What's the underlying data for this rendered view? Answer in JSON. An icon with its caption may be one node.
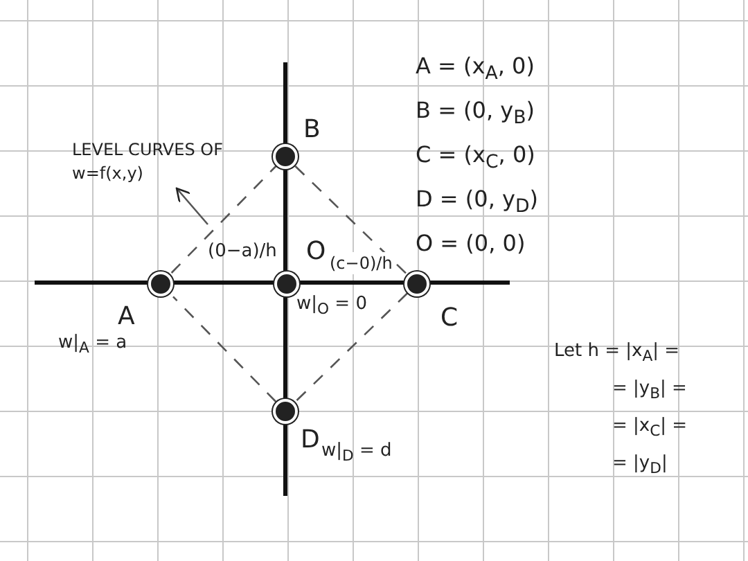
{
  "diagram": {
    "nodes": [
      {
        "text": [
          "B"
        ]
      },
      {
        "text": [
          "A"
        ],
        "beside": [
          "w|$_{A}$ = a"
        ]
      },
      {
        "text": [
          "O"
        ],
        "beside": [
          "w|$_{O}$ = 0"
        ]
      },
      {
        "text": [
          "C"
        ]
      },
      {
        "text": [
          "D"
        ],
        "beside": [
          "w|$_{D}$ = d"
        ]
      },
      {
        "text": [
          "LEVEL CURVES OF w=f(x,y)"
        ]
      }
    ],
    "edges": [
      {
        "from": 1,
        "to": 0,
        "arrow": "none",
        "style": "dashed"
      },
      {
        "from": 0,
        "to": 3,
        "arrow": "none",
        "style": "dashed"
      },
      {
        "from": 3,
        "to": 4,
        "arrow": "none",
        "style": "dashed"
      },
      {
        "from": 4,
        "to": 1,
        "arrow": "none",
        "style": "dashed"
      },
      {
        "from": null,
        "to": 5,
        "arrow": "to"
      }
    ],
    "labels": [
      "A = (x$_{A}$, 0)",
      "B = (0, y$_{B}$)",
      "C = (x$_{C}$, 0)",
      "D = (0, y$_{D}$)",
      "O = (0, 0)",
      "(0−a)/h",
      "(c−0)/h",
      "Let h = |x$_{A}$| =",
      "= |y$_{B}$| =",
      "= |x$_{C}$| =",
      "= |y$_{D}$|"
    ]
  }
}
